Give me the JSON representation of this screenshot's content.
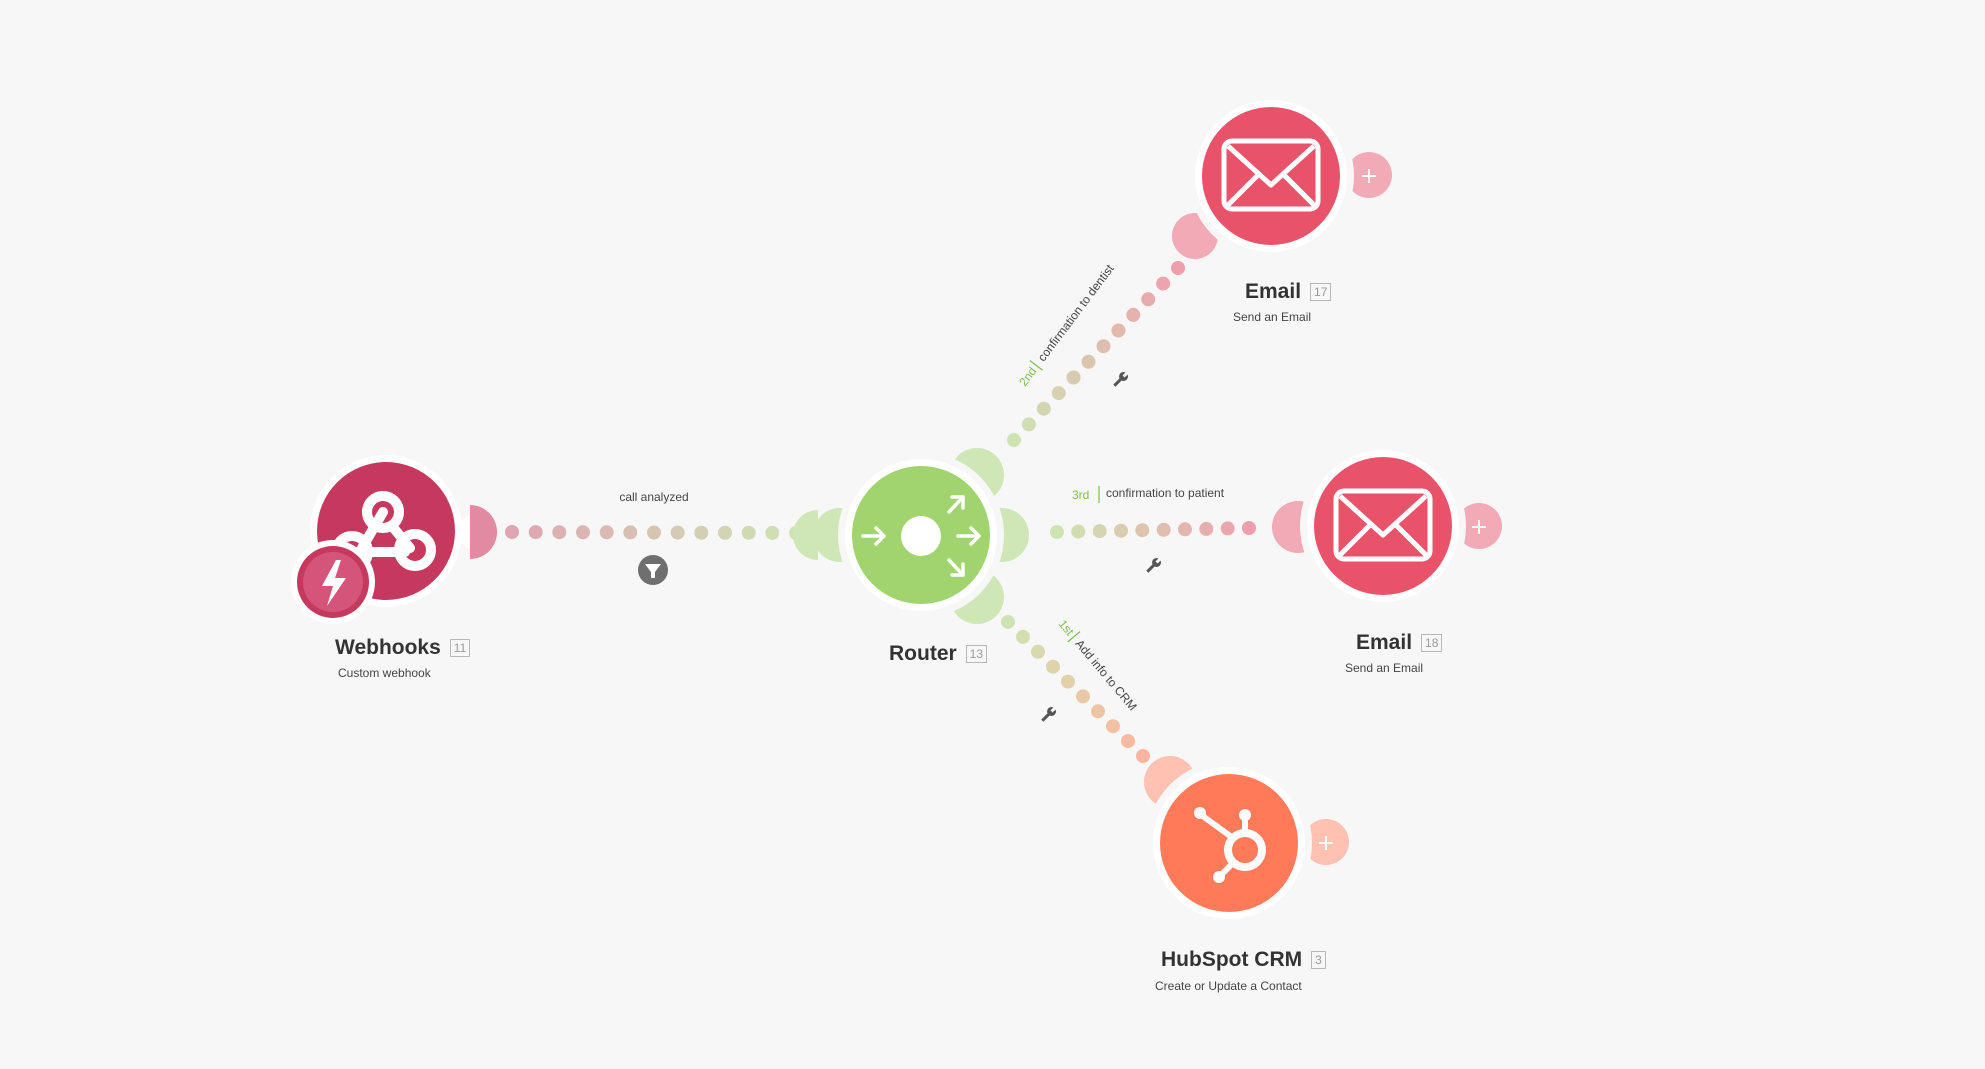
{
  "colors": {
    "background": "#f7f7f7",
    "webhooks": "#c6395e",
    "router": "#a1d36e",
    "email": "#e9536a",
    "hubspot": "#ff7a59",
    "route_order": "#7fbf4f",
    "filter_icon": "#6f6f6f"
  },
  "modules": {
    "webhooks": {
      "title": "Webhooks",
      "id": "11",
      "subtitle": "Custom webhook",
      "icon": "webhook-icon",
      "badge_icon": "lightning-bolt-icon"
    },
    "router": {
      "title": "Router",
      "id": "13",
      "icon": "router-arrows-icon"
    },
    "email_dentist": {
      "title": "Email",
      "id": "17",
      "subtitle": "Send an Email",
      "icon": "envelope-icon"
    },
    "email_patient": {
      "title": "Email",
      "id": "18",
      "subtitle": "Send an Email",
      "icon": "envelope-icon"
    },
    "hubspot": {
      "title": "HubSpot CRM",
      "id": "3",
      "subtitle": "Create or Update a Contact",
      "icon": "hubspot-sprocket-icon"
    }
  },
  "links": {
    "webhook_to_router": {
      "label": "call analyzed",
      "icon": "filter-icon"
    },
    "route_dentist": {
      "order": "2nd",
      "label": "confirmation to dentist",
      "icon": "wrench-icon"
    },
    "route_patient": {
      "order": "3rd",
      "label": "confirmation to patient",
      "icon": "wrench-icon"
    },
    "route_crm": {
      "order": "1st",
      "label": "Add info to CRM",
      "icon": "wrench-icon"
    }
  },
  "add_module_glyph": "+"
}
